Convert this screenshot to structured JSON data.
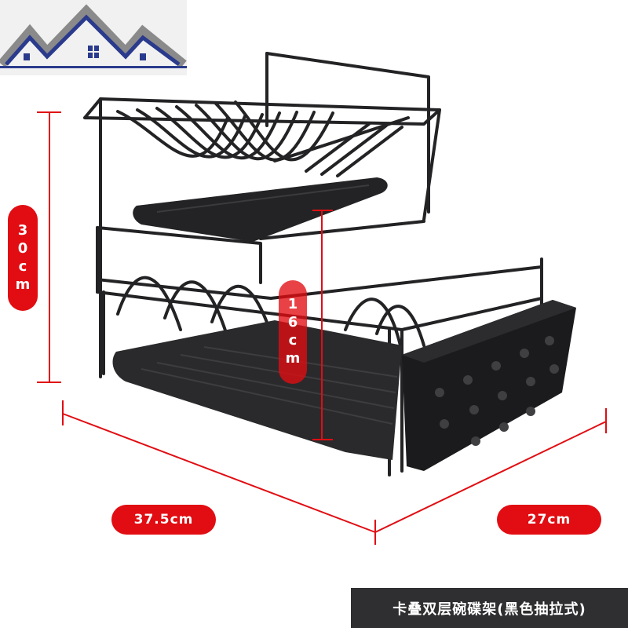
{
  "brand": {
    "logo_icon": "house-rooftops-logo-icon",
    "colors": {
      "navy": "#2a3a8c",
      "gray": "#8a8a8a",
      "blue": "#4a78c8"
    }
  },
  "product": {
    "icon": "dish-rack-icon",
    "color": "#232325"
  },
  "dimensions": {
    "height_total": "30cm",
    "height_lower": "16cm",
    "width": "37.5cm",
    "depth": "27cm",
    "accent_color": "#e10d12"
  },
  "caption": {
    "text": "卡叠双层碗碟架(黑色抽拉式)",
    "background": "#2f2f31"
  }
}
